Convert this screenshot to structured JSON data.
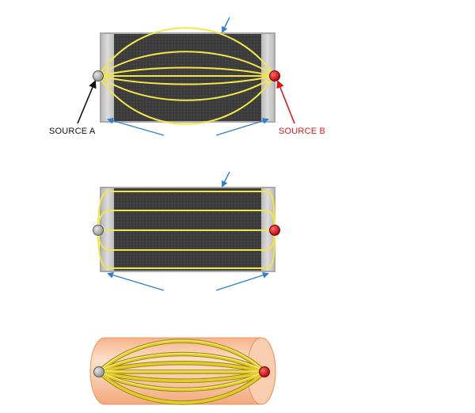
{
  "labels": {
    "source_a": "SOURCE A",
    "source_b": "SOURCE B"
  },
  "colors": {
    "panel_dark": "#3d3d3d",
    "end_plate": "#c8c8c8",
    "field_line": "#f2e64a",
    "source_a": "#b4b4b4",
    "source_b": "#d81818",
    "label_b": "#d81818",
    "arrow_a": "#111111",
    "arrow_b": "#d81818",
    "annotation_arrow": "#2f7fc9",
    "tube_body": "#f7c3a0",
    "rope": "#e2cc2c"
  },
  "panels": [
    {
      "id": "panel-curved",
      "pattern": "curved-field-lines"
    },
    {
      "id": "panel-parallel",
      "pattern": "parallel-looped-lines"
    },
    {
      "id": "panel-tube",
      "pattern": "3d-tube-bundle"
    }
  ]
}
